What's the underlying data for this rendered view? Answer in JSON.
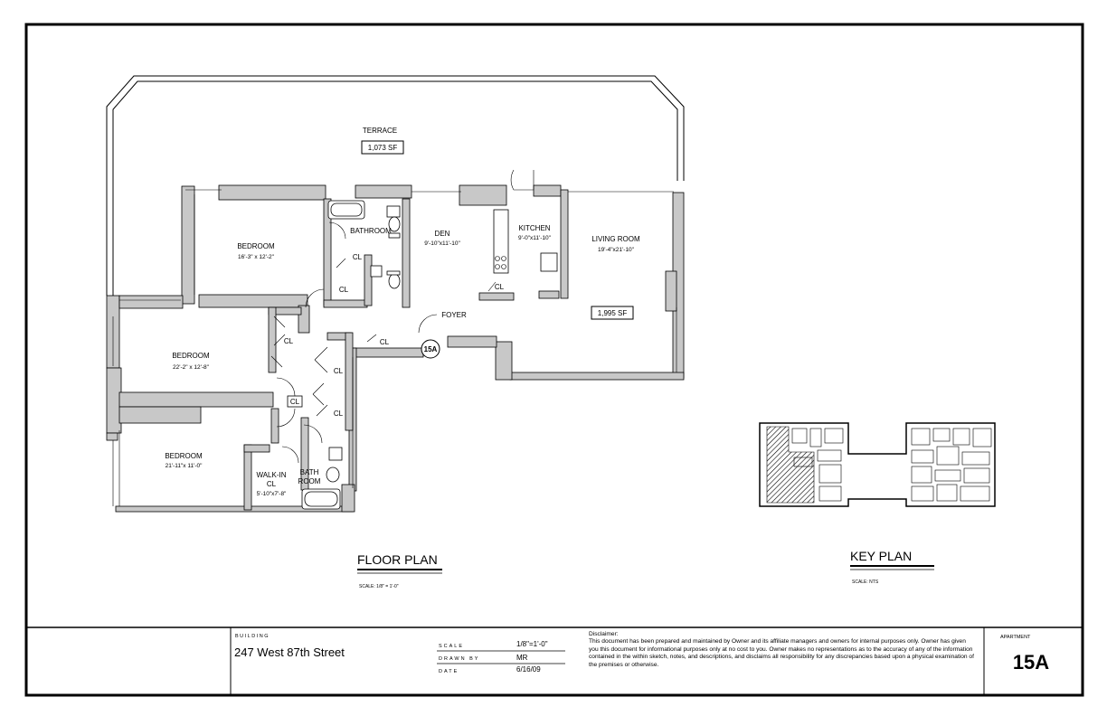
{
  "plan": {
    "terrace": {
      "label": "TERRACE",
      "area": "1,073 SF"
    },
    "rooms": {
      "bedroom1": {
        "label": "BEDROOM",
        "dims": "16'-3\" x 12'-2\""
      },
      "bedroom2": {
        "label": "BEDROOM",
        "dims": "22'-2\" x 12'-8\""
      },
      "bedroom3": {
        "label": "BEDROOM",
        "dims": "21'-11\"x 11'-0\""
      },
      "bathroom": {
        "label": "BATHROOM"
      },
      "den": {
        "label": "DEN",
        "dims": "9'-10\"x11'-10\""
      },
      "kitchen": {
        "label": "KITCHEN",
        "dims": "9'-0\"x11'-10\""
      },
      "living": {
        "label": "LIVING ROOM",
        "dims": "19'-4\"x21'-10\""
      },
      "foyer": {
        "label": "FOYER"
      },
      "walkin": {
        "line1": "WALK-IN",
        "line2": "CL",
        "dims": "5'-10\"x7'-8\""
      },
      "bath2": {
        "line1": "BATH",
        "line2": "ROOM"
      }
    },
    "interior_area": "1,995 SF",
    "closet_label": "CL",
    "unit_tag": "15A"
  },
  "floor_plan_title": "FLOOR PLAN",
  "floor_plan_scale": "SCALE: 1/8\" = 1'-0\"",
  "key_plan_title": "KEY PLAN",
  "key_plan_scale": "SCALE: NTS",
  "title_block": {
    "building_label": "BUILDING",
    "building_value": "247 West 87th Street",
    "scale_label": "SCALE",
    "scale_value": "1/8\"=1'-0\"",
    "drawn_by_label": "DRAWN BY",
    "drawn_by_value": "MR",
    "date_label": "DATE",
    "date_value": "6/16/09",
    "disclaimer_title": "Disclaimer:",
    "disclaimer_text": "This document has been prepared and maintained by Owner and its affiliate managers and owners for internal purposes only.  Owner has given you this document for informational purposes only at no cost to you.  Owner makes no representations as to the accuracy of any of the information contained in the within sketch, notes, and descriptions, and disclaims all responsibility for any discrepancies based upon a physical examination of the premises or otherwise.",
    "apartment_label": "APARTMENT",
    "apartment_value": "15A"
  }
}
